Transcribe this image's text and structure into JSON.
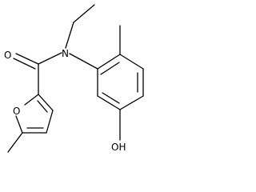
{
  "molecule": {
    "atoms": {
      "carbonyl_oxygen": "O",
      "amide_nitrogen": "N",
      "furan_oxygen": "O",
      "hydroxyl": "OH"
    }
  }
}
